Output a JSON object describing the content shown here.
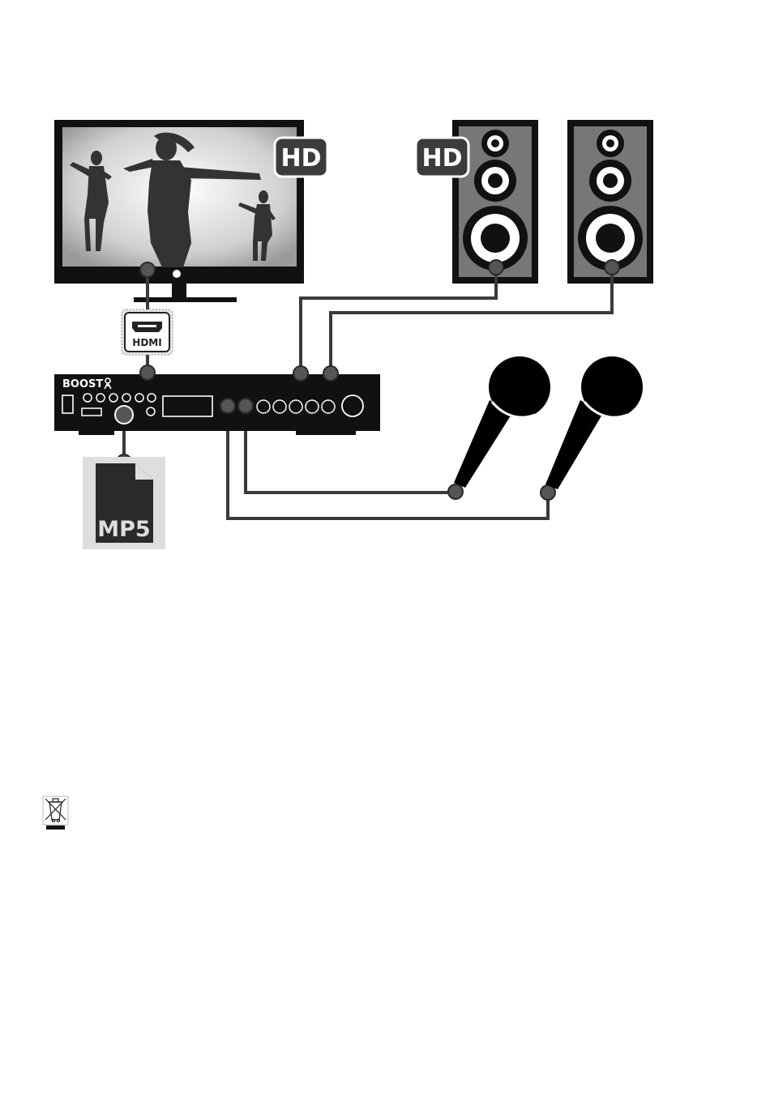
{
  "tv": {
    "badge": "HD"
  },
  "speakers": {
    "badge": "HD"
  },
  "hdmi": {
    "label": "HDMI"
  },
  "player": {
    "brand": "BOOST"
  },
  "file": {
    "label": "MP5"
  },
  "colors": {
    "device": "#111111",
    "cable": "#3a3a3a",
    "speaker_panel": "#777777",
    "badge": "#3c3c3c",
    "screen": "#d8d8d8"
  }
}
